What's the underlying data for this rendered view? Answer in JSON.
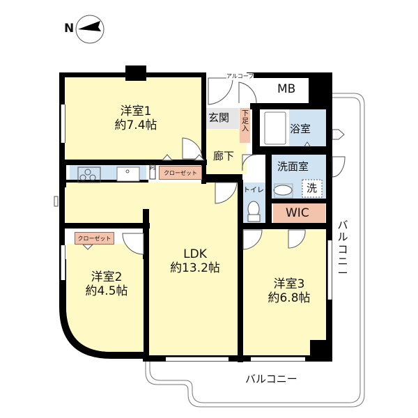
{
  "compass": {
    "label": "N",
    "icon": "north-arrow-icon",
    "direction": "left"
  },
  "rooms": {
    "western1": {
      "name": "洋室1",
      "size": "約7.4帖"
    },
    "western2": {
      "name": "洋室2",
      "size": "約4.5帖"
    },
    "western3": {
      "name": "洋室3",
      "size": "約6.8帖"
    },
    "ldk": {
      "name": "LDK",
      "size": "約13.2帖"
    },
    "entrance": {
      "name": "玄関"
    },
    "shoe_box": {
      "name": "下足入"
    },
    "hallway": {
      "name": "廊下"
    },
    "bathroom": {
      "name": "浴室"
    },
    "washroom": {
      "name": "洗面室"
    },
    "washer": {
      "name": "洗"
    },
    "toilet": {
      "name": "トイレ"
    },
    "wic": {
      "name": "WIC"
    },
    "mb": {
      "name": "MB"
    },
    "alcove": {
      "name": "アルコーブ"
    },
    "ps": {
      "name": "PS"
    },
    "closet1": {
      "name": "クローゼット"
    },
    "closet2": {
      "name": "クローゼット"
    },
    "balcony_bottom": {
      "name": "バルコニー"
    },
    "balcony_right": {
      "name": "バルコニー"
    }
  },
  "colors": {
    "room_yellow": "#fff9c6",
    "wet_blue": "#cfe3f3",
    "storage_pink": "#f4c3ab",
    "entrance_grey": "#e6e6e6",
    "wall": "#000000"
  }
}
